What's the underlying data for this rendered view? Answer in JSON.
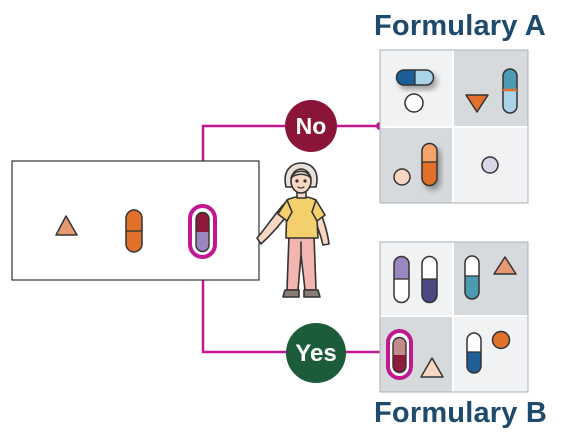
{
  "formulary_a": {
    "title": "Formulary A"
  },
  "formulary_b": {
    "title": "Formulary B"
  },
  "decision": {
    "no_label": "No",
    "yes_label": "Yes"
  },
  "colors": {
    "connector": "#c2188f",
    "no_badge": "#8a1538",
    "yes_badge": "#1d5c3a",
    "title_text": "#1e4a6b",
    "pill_orange": "#e0702a",
    "triangle_tan": "#e59a74",
    "pill_purple": "#9b86c0",
    "pill_navy": "#4b4883",
    "pill_teal": "#4d9bb3",
    "pill_blue": "#1e5f97",
    "pill_burgundy": "#8e1b3b"
  },
  "icons": [
    "patient-figure",
    "triangle-tablet-icon",
    "capsule-icon",
    "round-tablet-icon",
    "highlighted-capsule-icon"
  ]
}
